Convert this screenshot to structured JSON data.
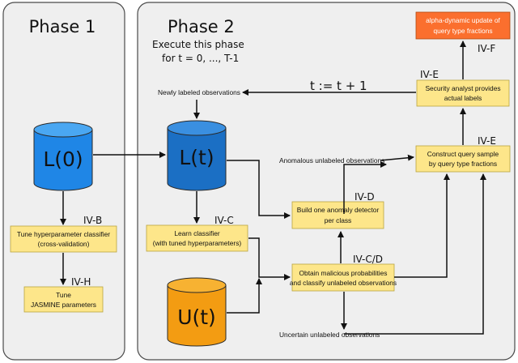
{
  "panels": {
    "phase1_title": "Phase 1",
    "phase2_title": "Phase 2",
    "phase2_sub1": "Execute this phase",
    "phase2_sub2": "for t = 0, ..., T-1"
  },
  "stores": {
    "l0": "L(0)",
    "lt": "L(t)",
    "ut": "U(t)"
  },
  "boxes": {
    "tune_classifier": [
      "Tune hyperparameter classifier",
      "(cross-validation)"
    ],
    "tune_jasmine": [
      "Tune",
      "JASMINE parameters"
    ],
    "learn_classifier": [
      "Learn classifier",
      "(with tuned hyperparameters)"
    ],
    "build_detector": [
      "Build one anomaly detector",
      "per class"
    ],
    "obtain_probabilities": [
      "Obtain malicious probabilities",
      "and classify unlabeled observations"
    ],
    "construct_query": [
      "Construct query sample",
      "by query type fractions"
    ],
    "security_analyst": [
      "Security analyst provides",
      "actual labels"
    ],
    "alpha_update": [
      "alpha-dynamic update of",
      "query type fractions"
    ]
  },
  "section_tags": {
    "iv_b": "IV-B",
    "iv_h": "IV-H",
    "iv_c": "IV-C",
    "iv_d": "IV-D",
    "iv_cd": "IV-C/D",
    "iv_e_construct": "IV-E",
    "iv_e_analyst": "IV-E",
    "iv_f": "IV-F"
  },
  "labels": {
    "newly_labeled": "Newly labeled observations",
    "anomalous_unlabeled": "Anomalous unlabeled observations",
    "uncertain_unlabeled": "Uncertain unlabeled observations",
    "t_update": "t := t + 1"
  },
  "colors": {
    "panel_fill": "#efefef",
    "process_box": "#fde68a",
    "final_box": "#fb6f2e",
    "store_l0": "#1f86e6",
    "store_lt": "#1b6fc4",
    "store_ut": "#f39c12"
  }
}
